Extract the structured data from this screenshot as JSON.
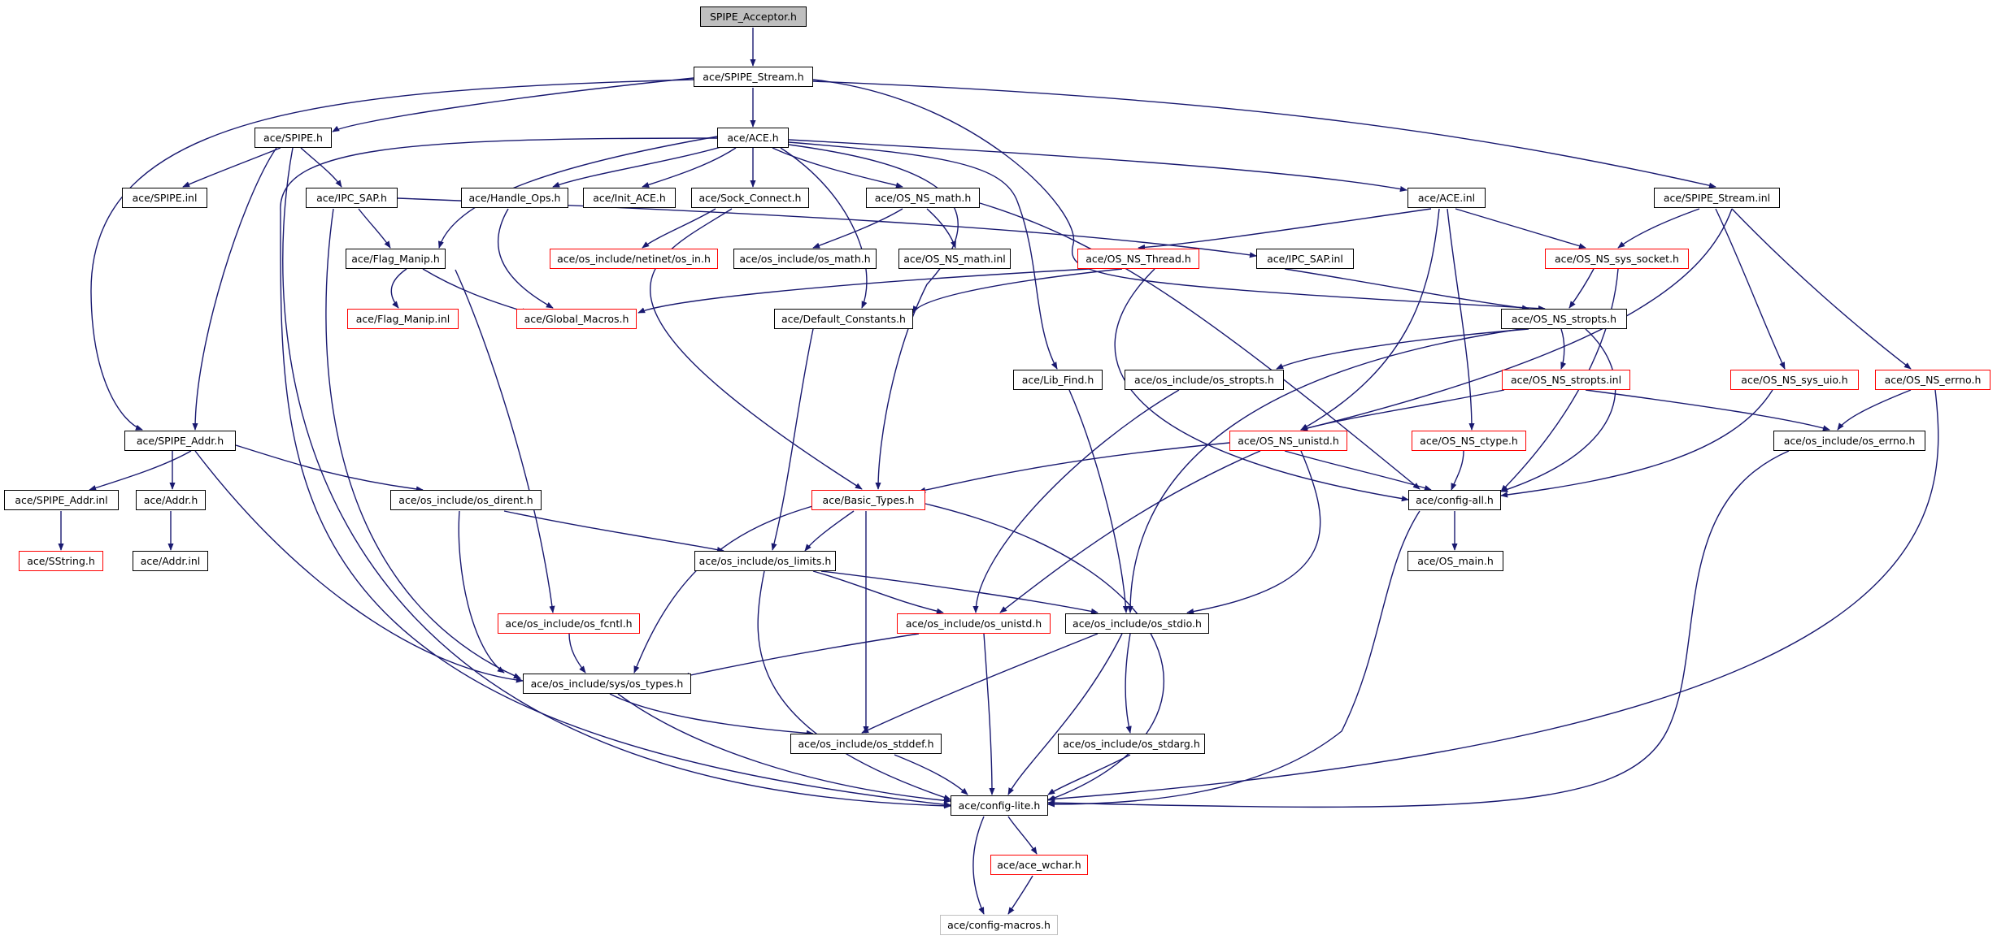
{
  "nodes": {
    "spipe_acceptor_h": "SPIPE_Acceptor.h",
    "spipe_stream_h": "ace/SPIPE_Stream.h",
    "spipe_h": "ace/SPIPE.h",
    "ace_h": "ace/ACE.h",
    "spipe_stream_inl": "ace/SPIPE_Stream.inl",
    "spipe_inl": "ace/SPIPE.inl",
    "ipc_sap_h": "ace/IPC_SAP.h",
    "handle_ops_h": "ace/Handle_Ops.h",
    "init_ace_h": "ace/Init_ACE.h",
    "sock_connect_h": "ace/Sock_Connect.h",
    "os_ns_math_h": "ace/OS_NS_math.h",
    "ace_inl": "ace/ACE.inl",
    "flag_manip_h": "ace/Flag_Manip.h",
    "os_in_h": "ace/os_include/netinet/os_in.h",
    "os_math_h": "ace/os_include/os_math.h",
    "os_ns_math_inl": "ace/OS_NS_math.inl",
    "os_ns_thread_h": "ace/OS_NS_Thread.h",
    "ipc_sap_inl": "ace/IPC_SAP.inl",
    "os_ns_sys_socket_h": "ace/OS_NS_sys_socket.h",
    "flag_manip_inl": "ace/Flag_Manip.inl",
    "global_macros_h": "ace/Global_Macros.h",
    "default_constants_h": "ace/Default_Constants.h",
    "os_ns_stropts_h": "ace/OS_NS_stropts.h",
    "lib_find_h": "ace/Lib_Find.h",
    "os_stropts_h": "ace/os_include/os_stropts.h",
    "os_ns_stropts_inl": "ace/OS_NS_stropts.inl",
    "os_ns_sys_uio_h": "ace/OS_NS_sys_uio.h",
    "os_ns_errno_h": "ace/OS_NS_errno.h",
    "spipe_addr_h": "ace/SPIPE_Addr.h",
    "os_ns_unistd_h": "ace/OS_NS_unistd.h",
    "os_ns_ctype_h": "ace/OS_NS_ctype.h",
    "os_errno_h": "ace/os_include/os_errno.h",
    "spipe_addr_inl": "ace/SPIPE_Addr.inl",
    "addr_h": "ace/Addr.h",
    "os_dirent_h": "ace/os_include/os_dirent.h",
    "basic_types_h": "ace/Basic_Types.h",
    "config_all_h": "ace/config-all.h",
    "sstring_h": "ace/SString.h",
    "addr_inl": "ace/Addr.inl",
    "os_limits_h": "ace/os_include/os_limits.h",
    "os_main_h": "ace/OS_main.h",
    "os_fcntl_h": "ace/os_include/os_fcntl.h",
    "os_unistd_h": "ace/os_include/os_unistd.h",
    "os_stdio_h": "ace/os_include/os_stdio.h",
    "os_types_h": "ace/os_include/sys/os_types.h",
    "os_stddef_h": "ace/os_include/os_stddef.h",
    "os_stdarg_h": "ace/os_include/os_stdarg.h",
    "config_lite_h": "ace/config-lite.h",
    "ace_wchar_h": "ace/ace_wchar.h",
    "config_macros_h": "ace/config-macros.h"
  },
  "colors": {
    "edge": "#191970",
    "normal_border": "#000000",
    "incomplete_border": "#ff0000",
    "external_border": "#bfbfbf",
    "root_fill": "#bfbfbf"
  }
}
